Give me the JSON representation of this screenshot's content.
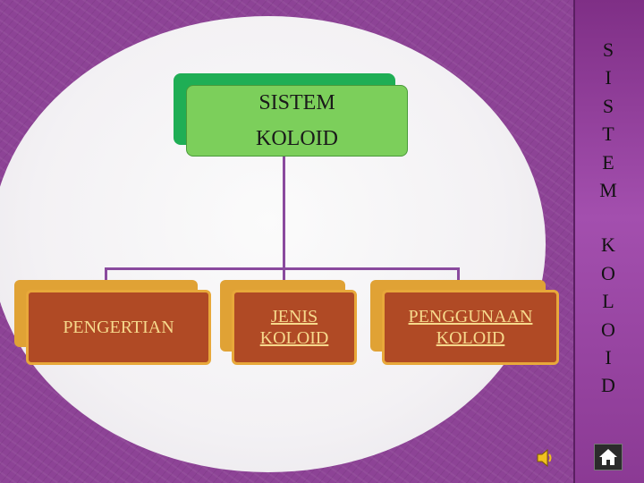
{
  "side_title": {
    "word1": [
      "S",
      "I",
      "S",
      "T",
      "E",
      "M"
    ],
    "word2": [
      "K",
      "O",
      "L",
      "O",
      "I",
      "D"
    ]
  },
  "root": {
    "line1": "SISTEM",
    "line2": "KOLOID"
  },
  "nodes": {
    "pengertian": {
      "line1": "PENGERTIAN"
    },
    "jenis": {
      "line1": "JENIS",
      "line2": "KOLOID"
    },
    "penggunaan": {
      "line1": "PENGGUNAAN",
      "line2": "KOLOID"
    }
  },
  "icons": {
    "audio": "speaker-icon",
    "home": "home-icon"
  },
  "colors": {
    "background": "#8d4396",
    "root_fill": "#7ccf5b",
    "root_shadow": "#1fae55",
    "node_fill": "#b04a25",
    "node_border": "#e8a83a",
    "node_text": "#f6d98c",
    "connector": "#8a4a9e"
  }
}
